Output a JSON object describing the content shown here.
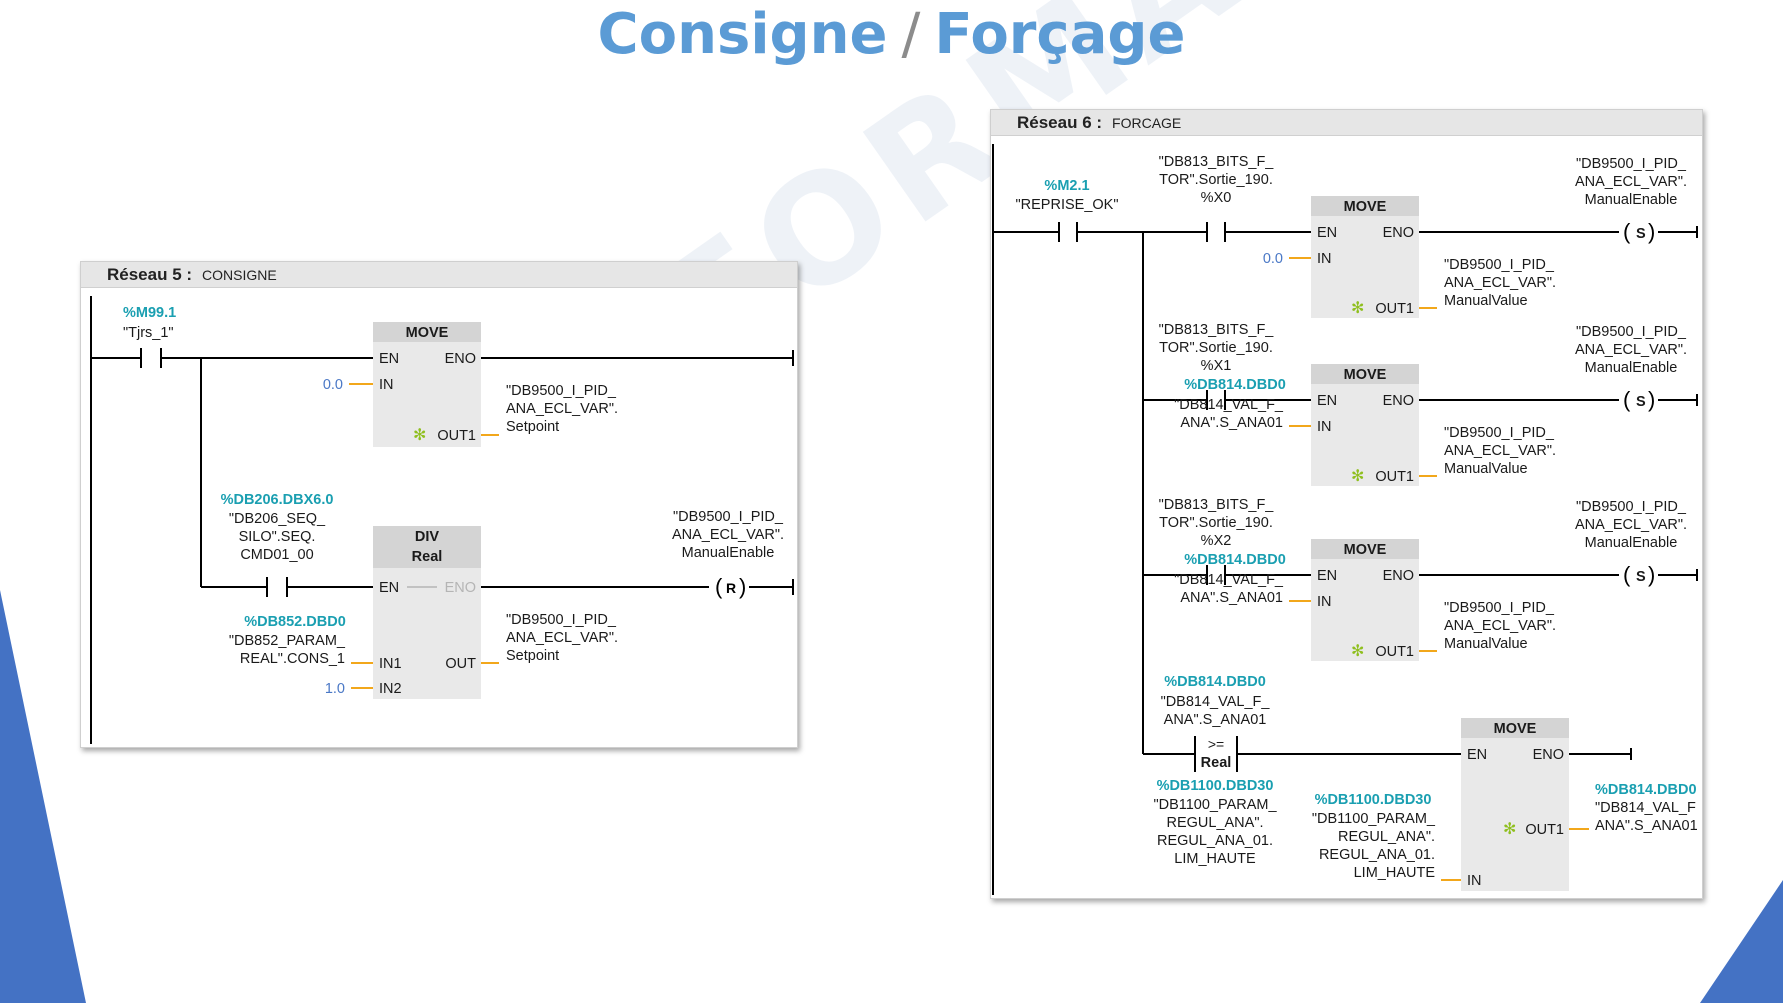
{
  "slide": {
    "title_left": "Consigne",
    "title_sep": "/",
    "title_right": "Forçage",
    "watermark": "AEI FORMATION",
    "colors": {
      "title": "#5b9bd5",
      "wire": "#000000",
      "pin_link": "#f2a71b",
      "address": "#1a9fb1",
      "constant": "#4a78c6",
      "block_fill": "#e9e9e9",
      "accent": "#4472c4"
    }
  },
  "network5": {
    "number": "Réseau 5 :",
    "name": "CONSIGNE",
    "contact1": {
      "address": "%M99.1",
      "tag": "\"Tjrs_1\""
    },
    "move": {
      "title": "MOVE",
      "en": "EN",
      "eno": "ENO",
      "in": "IN",
      "out": "OUT1",
      "in_value": "0.0",
      "out_tag": [
        "\"DB9500_I_PID_",
        "ANA_ECL_VAR\".",
        "Setpoint"
      ]
    },
    "contact2": {
      "address": "%DB206.DBX6.0",
      "tag": [
        "\"DB206_SEQ_",
        "SILO\".SEQ.",
        "CMD01_00"
      ]
    },
    "div": {
      "title": "DIV",
      "type": "Real",
      "en": "EN",
      "eno": "ENO",
      "in1": "IN1",
      "in2": "IN2",
      "out": "OUT",
      "in1_address": "%DB852.DBD0",
      "in1_tag": [
        "\"DB852_PARAM_",
        "REAL\".CONS_1"
      ],
      "in2_value": "1.0",
      "out_tag": [
        "\"DB9500_I_PID_",
        "ANA_ECL_VAR\".",
        "Setpoint"
      ]
    },
    "coil": {
      "symbol": "R",
      "tag": [
        "\"DB9500_I_PID_",
        "ANA_ECL_VAR\".",
        "ManualEnable"
      ]
    }
  },
  "network6": {
    "number": "Réseau 6 :",
    "name": "FORCAGE",
    "contact_main": {
      "address": "%M2.1",
      "tag": "\"REPRISE_OK\""
    },
    "rungs": [
      {
        "contact_tag": [
          "\"DB813_BITS_F_",
          "TOR\".Sortie_190.",
          "%X0"
        ],
        "move_title": "MOVE",
        "in_address": "",
        "in_tag": [],
        "in_value": "0.0",
        "out_tag": [
          "\"DB9500_I_PID_",
          "ANA_ECL_VAR\".",
          "ManualValue"
        ],
        "coil_symbol": "S",
        "coil_tag": [
          "\"DB9500_I_PID_",
          "ANA_ECL_VAR\".",
          "ManualEnable"
        ]
      },
      {
        "contact_tag": [
          "\"DB813_BITS_F_",
          "TOR\".Sortie_190.",
          "%X1"
        ],
        "move_title": "MOVE",
        "in_address": "%DB814.DBD0",
        "in_tag": [
          "\"DB814_VAL_F_",
          "ANA\".S_ANA01"
        ],
        "in_value": "",
        "out_tag": [
          "\"DB9500_I_PID_",
          "ANA_ECL_VAR\".",
          "ManualValue"
        ],
        "coil_symbol": "S",
        "coil_tag": [
          "\"DB9500_I_PID_",
          "ANA_ECL_VAR\".",
          "ManualEnable"
        ]
      },
      {
        "contact_tag": [
          "\"DB813_BITS_F_",
          "TOR\".Sortie_190.",
          "%X2"
        ],
        "move_title": "MOVE",
        "in_address": "%DB814.DBD0",
        "in_tag": [
          "\"DB814_VAL_F_",
          "ANA\".S_ANA01"
        ],
        "in_value": "",
        "out_tag": [
          "\"DB9500_I_PID_",
          "ANA_ECL_VAR\".",
          "ManualValue"
        ],
        "coil_symbol": "S",
        "coil_tag": [
          "\"DB9500_I_PID_",
          "ANA_ECL_VAR\".",
          "ManualEnable"
        ]
      }
    ],
    "compare": {
      "op": ">=",
      "type": "Real",
      "top_address": "%DB814.DBD0",
      "top_tag": [
        "\"DB814_VAL_F_",
        "ANA\".S_ANA01"
      ],
      "bottom_address": "%DB1100.DBD30",
      "bottom_tag": [
        "\"DB1100_PARAM_",
        "REGUL_ANA\".",
        "REGUL_ANA_01.",
        "LIM_HAUTE"
      ]
    },
    "move4": {
      "title": "MOVE",
      "en": "EN",
      "eno": "ENO",
      "in": "IN",
      "out": "OUT1",
      "in_address": "%DB1100.DBD30",
      "in_tag": [
        "\"DB1100_PARAM_",
        "REGUL_ANA\".",
        "REGUL_ANA_01.",
        "LIM_HAUTE"
      ],
      "out_address": "%DB814.DBD0",
      "out_tag": [
        "\"DB814_VAL_F",
        "ANA\".S_ANA01"
      ]
    },
    "pins": {
      "en": "EN",
      "eno": "ENO",
      "in": "IN",
      "out": "OUT1"
    }
  }
}
